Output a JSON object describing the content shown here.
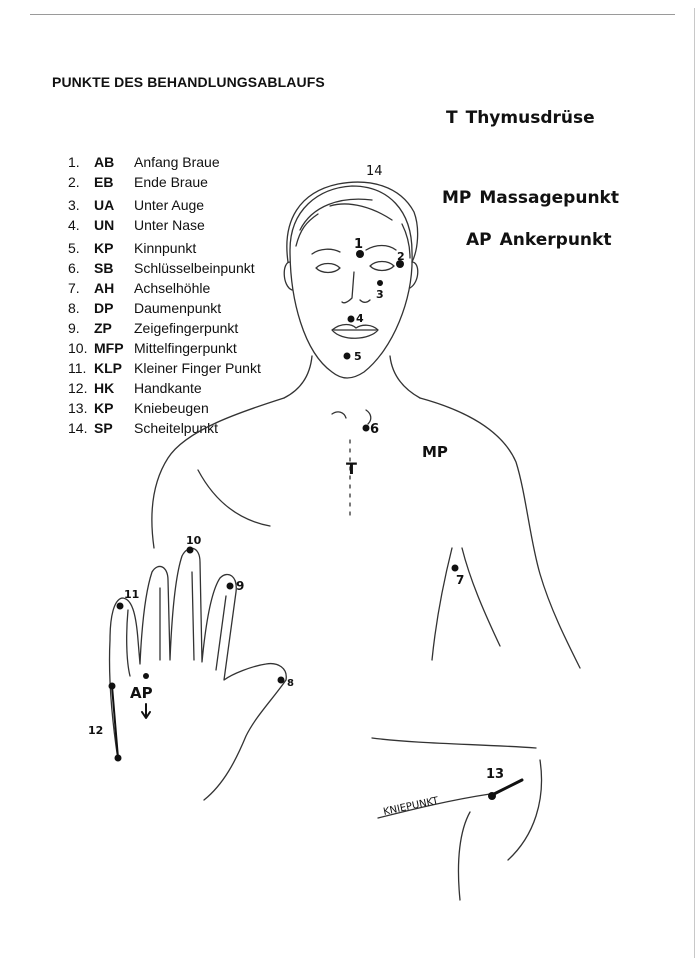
{
  "title": "PUNKTE DES BEHANDLUNGSABLAUFS",
  "legend": {
    "thymus": {
      "abbr": "T",
      "label": "Thymusdrüse"
    },
    "massage": {
      "abbr": "MP",
      "label": "Massagepunkt"
    },
    "anchor": {
      "abbr": "AP",
      "label": "Ankerpunkt"
    }
  },
  "points": [
    {
      "num": "1.",
      "abbr": "AB",
      "name": "Anfang Braue"
    },
    {
      "num": "2.",
      "abbr": "EB",
      "name": "Ende Braue"
    },
    {
      "num": "3.",
      "abbr": "UA",
      "name": "Unter Auge"
    },
    {
      "num": "4.",
      "abbr": "UN",
      "name": "Unter Nase"
    },
    {
      "num": "5.",
      "abbr": "KP",
      "name": "Kinnpunkt"
    },
    {
      "num": "6.",
      "abbr": "SB",
      "name": "Schlüsselbeinpunkt"
    },
    {
      "num": "7.",
      "abbr": "AH",
      "name": "Achselhöhle"
    },
    {
      "num": "8.",
      "abbr": "DP",
      "name": "Daumenpunkt"
    },
    {
      "num": "9.",
      "abbr": "ZP",
      "name": "Zeigefingerpunkt"
    },
    {
      "num": "10.",
      "abbr": "MFP",
      "name": "Mittelfingerpunkt"
    },
    {
      "num": "11.",
      "abbr": "KLP",
      "name": "Kleiner Finger Punkt"
    },
    {
      "num": "12.",
      "abbr": "HK",
      "name": "Handkante"
    },
    {
      "num": "13.",
      "abbr": "KP",
      "name": "Kniebeugen"
    },
    {
      "num": "14.",
      "abbr": "SP",
      "name": "Scheitelpunkt"
    }
  ],
  "drawing_labels": {
    "p1": "1",
    "p2": "2",
    "p3": "3",
    "p4": "4",
    "p5": "5",
    "p6": "6",
    "p7": "7",
    "p8": "8",
    "p9": "9",
    "p10": "10",
    "p11": "11",
    "p12": "12",
    "p13": "13",
    "p14": "14",
    "thymus": "T",
    "massage": "MP",
    "anchor": "AP",
    "knee": "KNIEPUNKT"
  },
  "colors": {
    "ink": "#111111",
    "pencil": "#333333"
  }
}
